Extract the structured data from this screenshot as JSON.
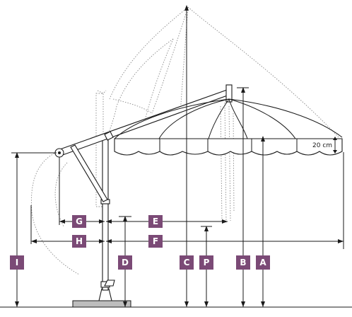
{
  "colors": {
    "accent": "#7b4a76",
    "line": "#1a1a1a",
    "ghost": "#8a8a8a"
  },
  "labels": {
    "A": "A",
    "B": "B",
    "C": "C",
    "P": "P",
    "D": "D",
    "E": "E",
    "F": "F",
    "G": "G",
    "H": "H",
    "I": "I"
  },
  "annotation": {
    "valance_height": "20 cm"
  }
}
